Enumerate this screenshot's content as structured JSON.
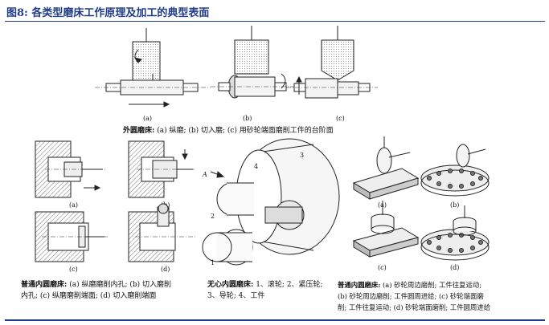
{
  "title": "图8: 各类型磨床工作原理及加工的典型表面",
  "top_panel": {
    "sublabels": [
      "(a)",
      "(b)",
      "(c)"
    ],
    "caption_head": "外圆磨床:",
    "caption_body": "(a) 纵磨; (b) 切入磨; (c) 用砂轮端面磨削工件的台阶面"
  },
  "internal_panel": {
    "sublabels": [
      "(a)",
      "(b)",
      "(c)",
      "(d)"
    ],
    "caption_head": "普通内圆磨床:",
    "caption_line1": "(a) 纵磨磨削内孔; (b) 切入磨削",
    "caption_line2": "内孔; (c) 纵磨磨削端面; (d) 切入磨削端面"
  },
  "centerless_panel": {
    "labels": [
      "1",
      "2",
      "3",
      "4",
      "A"
    ],
    "caption_head": "无心内圆磨床:",
    "caption_line1": "1、滚轮; 2、紧压轮;",
    "caption_line2": "3、导轮; 4、工件"
  },
  "surface_panel": {
    "sublabels": [
      "(a)",
      "(b)",
      "(c)",
      "(d)"
    ],
    "caption_head": "普通内圆磨床:",
    "caption_line1": "(a) 砂轮周边磨削; 工件往复运动;",
    "caption_line2": "(b) 砂轮周边磨削; 工件圆周进给; (c) 砂轮端面磨",
    "caption_line3": "削; 工件往复运动; (d) 砂轮端面磨削; 工件圆周进给"
  },
  "colors": {
    "title": "#1f3c88",
    "line": "#222222",
    "hatch": "#555555",
    "shade": "#cfcfcf"
  }
}
